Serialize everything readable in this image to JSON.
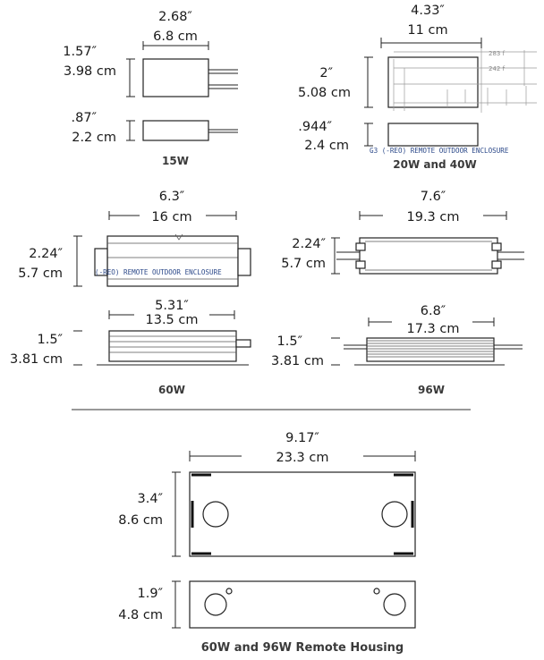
{
  "drawings": {
    "w15": {
      "caption": "15W",
      "width_in": "2.68″",
      "width_cm": "6.8 cm",
      "height_in": "1.57″",
      "height_cm": "3.98 cm",
      "depth_in": ".87″",
      "depth_cm": "2.2 cm"
    },
    "w20_40": {
      "caption": "20W and 40W",
      "width_in": "4.33″",
      "width_cm": "11 cm",
      "height_in": "2″",
      "height_cm": "5.08 cm",
      "depth_in": ".944″",
      "depth_cm": "2.4 cm",
      "enclosure_label": "G3 (-REO) REMOTE OUTDOOR ENCLOSURE",
      "faint_a": "283 f",
      "faint_b": "242 f"
    },
    "w60": {
      "caption": "60W",
      "width_in": "6.3″",
      "width_cm": "16 cm",
      "height_in": "2.24″",
      "height_cm": "5.7 cm",
      "depth_width_in": "5.31″",
      "depth_width_cm": "13.5 cm",
      "depth_in": "1.5″",
      "depth_cm": "3.81 cm",
      "enclosure_label": "(-REO) REMOTE OUTDOOR ENCLOSURE"
    },
    "w96": {
      "caption": "96W",
      "width_in": "7.6″",
      "width_cm": "19.3 cm",
      "height_in": "2.24″",
      "height_cm": "5.7 cm",
      "depth_width_in": "6.8″",
      "depth_width_cm": "17.3 cm",
      "depth_in": "1.5″",
      "depth_cm": "3.81 cm"
    },
    "housing": {
      "caption": "60W and 96W  Remote Housing",
      "width_in": "9.17″",
      "width_cm": "23.3 cm",
      "height_in": "3.4″",
      "height_cm": "8.6 cm",
      "depth_in": "1.9″",
      "depth_cm": "4.8 cm"
    }
  }
}
